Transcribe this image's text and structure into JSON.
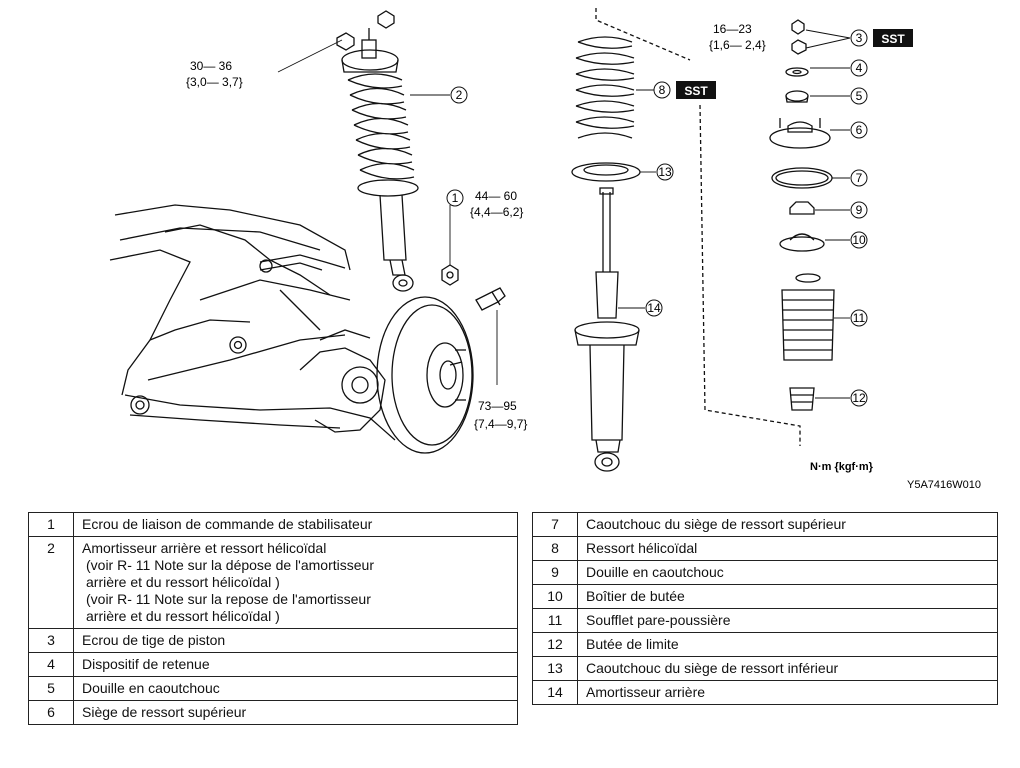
{
  "torques": {
    "t1": {
      "nm": "30— 36",
      "kgfm": "{3,0— 3,7}"
    },
    "t2": {
      "nm": "44— 60",
      "kgfm": "{4,4—6,2}"
    },
    "t3": {
      "nm": "73—95",
      "kgfm": "{7,4—9,7}"
    },
    "t4": {
      "nm": "16—23",
      "kgfm": "{1,6— 2,4}"
    }
  },
  "callouts": [
    "1",
    "2",
    "3",
    "4",
    "5",
    "6",
    "7",
    "8",
    "9",
    "10",
    "11",
    "12",
    "13",
    "14"
  ],
  "sst_label": "SST",
  "unit_label": "N·m {kgf·m}",
  "figure_code": "Y5A7416W010",
  "legend_left": [
    {
      "num": "1",
      "lines": [
        "Ecrou de liaison de commande de stabilisateur"
      ]
    },
    {
      "num": "2",
      "lines": [
        "Amortisseur arrière et ressort hélicoïdal",
        "  (voir R- 11 Note sur la dépose de l'amortisseur",
        "  arrière et du ressort hélicoïdal  )",
        "  (voir R- 11 Note sur la repose de l'amortisseur",
        "  arrière et du ressort hélicoïdal  )"
      ]
    },
    {
      "num": "3",
      "lines": [
        "Ecrou de tige de piston"
      ]
    },
    {
      "num": "4",
      "lines": [
        "Dispositif de retenue"
      ]
    },
    {
      "num": "5",
      "lines": [
        "Douille en caoutchouc"
      ]
    },
    {
      "num": "6",
      "lines": [
        "Siège de ressort supérieur"
      ]
    }
  ],
  "legend_right": [
    {
      "num": "7",
      "lines": [
        "Caoutchouc du siège de ressort supérieur"
      ]
    },
    {
      "num": "8",
      "lines": [
        "Ressort hélicoïdal"
      ]
    },
    {
      "num": "9",
      "lines": [
        "Douille en caoutchouc"
      ]
    },
    {
      "num": "10",
      "lines": [
        "Boîtier de butée"
      ]
    },
    {
      "num": "11",
      "lines": [
        "Soufflet pare-poussière"
      ]
    },
    {
      "num": "12",
      "lines": [
        "Butée de limite"
      ]
    },
    {
      "num": "13",
      "lines": [
        "Caoutchouc du siège de ressort inférieur"
      ]
    },
    {
      "num": "14",
      "lines": [
        "Amortisseur arrière"
      ]
    }
  ]
}
